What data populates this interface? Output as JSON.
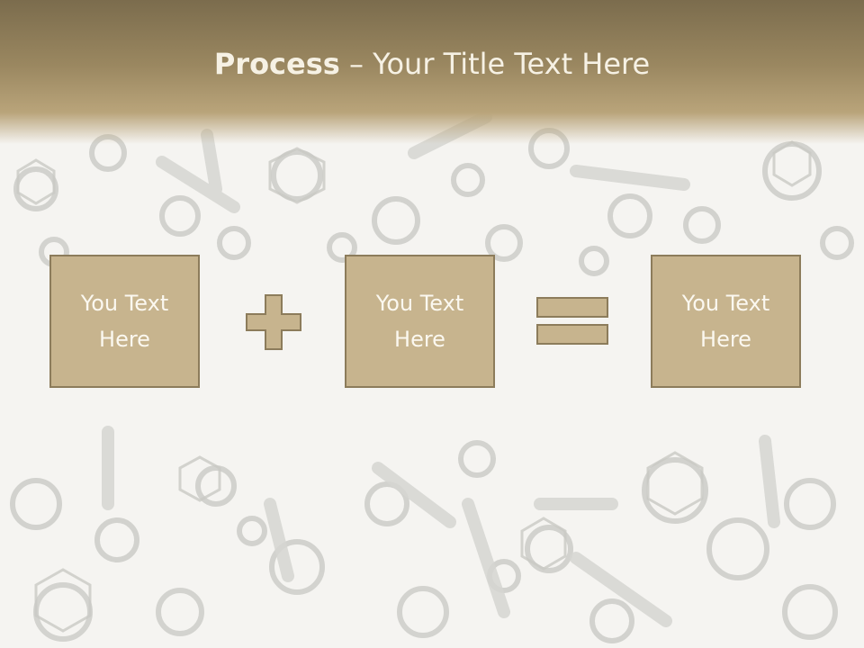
{
  "title": {
    "bold": "Process",
    "rest": " – Your Title Text Here"
  },
  "boxes": [
    {
      "text": "You Text Here"
    },
    {
      "text": "You Text Here"
    },
    {
      "text": "You Text Here"
    }
  ],
  "operators": {
    "plus": "plus-icon",
    "equals": "equals-icon"
  },
  "colors": {
    "title_band": "#8c7b57",
    "box_fill": "#c7b48e",
    "box_border": "#8c7c5b",
    "box_text": "#fbf8f0",
    "title_text": "#f6f1e4"
  }
}
